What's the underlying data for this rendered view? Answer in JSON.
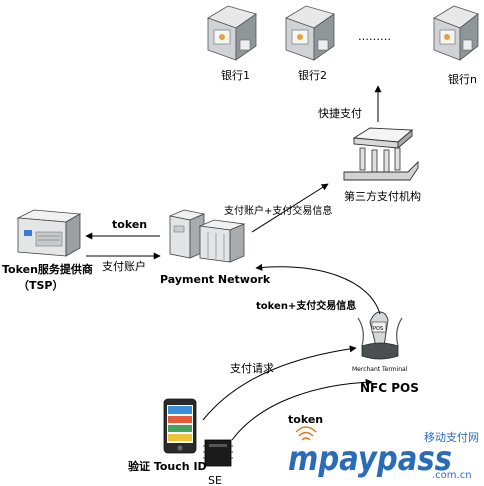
{
  "banks": {
    "bank1": "银行1",
    "bank2": "银行2",
    "dots": "………",
    "bankn": "银行n"
  },
  "nodes": {
    "third_party": "第三方支付机构",
    "tsp_line1": "Token服务提供商",
    "tsp_line2": "（TSP）",
    "payment_network": "Payment Network",
    "nfc_pos": "NFC POS",
    "merchant_terminal": "Merchant Terminal",
    "pos_text": "POS",
    "touch_id": "验证 Touch ID",
    "se": "SE"
  },
  "edges": {
    "quick_pay": "快捷支付",
    "account_plus_info": "支付账户+支付交易信息",
    "token": "token",
    "payment_account": "支付账户",
    "token_plus_info": "token+支付交易信息",
    "payment_request": "支付请求",
    "token_se": "token"
  },
  "watermark": {
    "cn": "移动支付网",
    "logo": "mpaypass",
    "domain": ".com.cn"
  },
  "colors": {
    "watermark_blue": "#2b6cb8",
    "watermark_orange": "#e07a1a",
    "server_gray": "#9aa0a4"
  }
}
